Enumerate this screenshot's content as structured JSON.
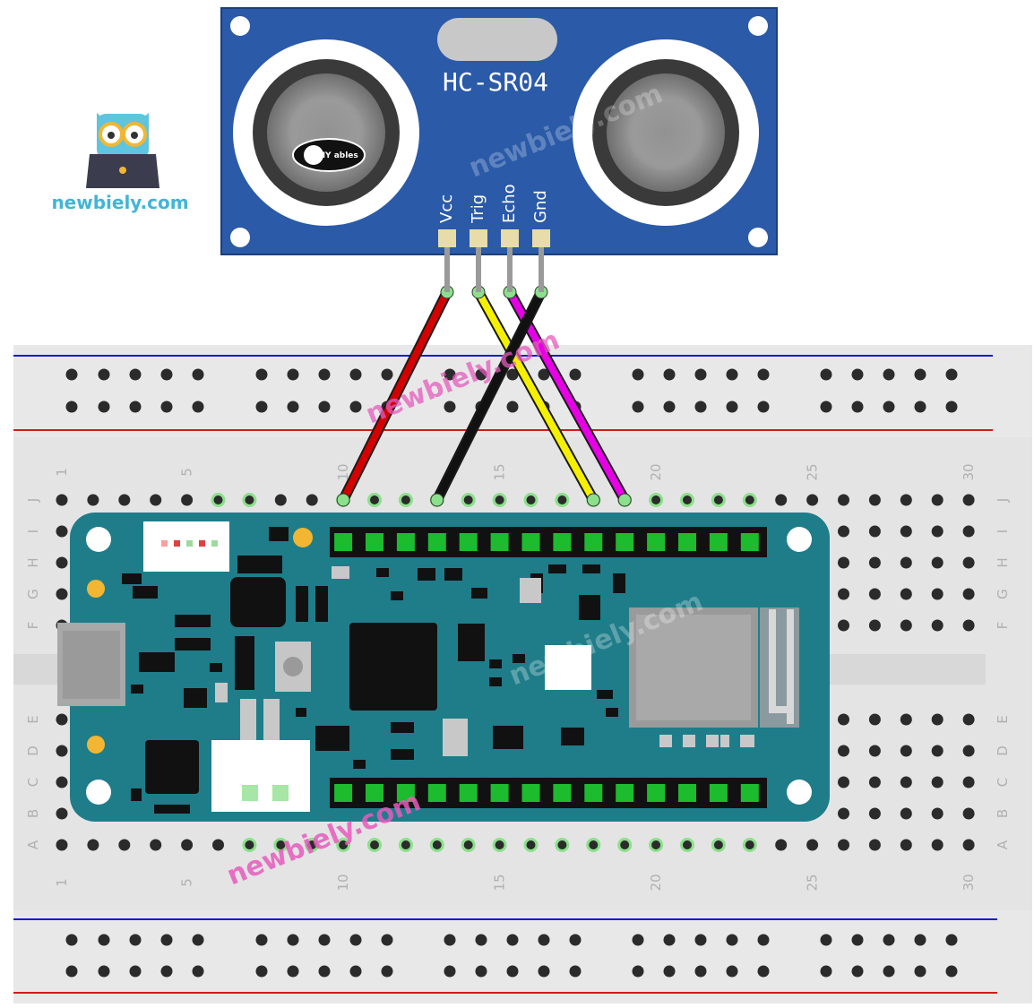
{
  "logo": {
    "text": "newbiely.com",
    "icon": "owl-laptop-logo"
  },
  "sensor": {
    "model": "HC-SR04",
    "badge": "DIY ables",
    "pins": [
      "Vcc",
      "Trig",
      "Echo",
      "Gnd"
    ]
  },
  "watermark": "newbiely.com",
  "breadboard": {
    "row_labels": [
      "J",
      "I",
      "H",
      "G",
      "F",
      "E",
      "D",
      "C",
      "B",
      "A"
    ],
    "column_numbers": [
      "1",
      "5",
      "10",
      "15",
      "20",
      "25",
      "30"
    ]
  },
  "wires": [
    {
      "from": "Vcc",
      "color": "#d40000",
      "to_column": "10"
    },
    {
      "from": "Trig",
      "color": "#f5f000",
      "to_column": "18"
    },
    {
      "from": "Echo",
      "color": "#e600e6",
      "to_column": "19"
    },
    {
      "from": "Gnd",
      "color": "#111111",
      "to_column": "13"
    }
  ],
  "colors": {
    "sensor_board": "#2a5aa8",
    "arduino_board": "#1f7d8a",
    "breadboard": "#e4e4e4",
    "rail_blue": "#1a1ad6",
    "rail_red": "#d41a1a",
    "watermark": "#e65bbd"
  }
}
